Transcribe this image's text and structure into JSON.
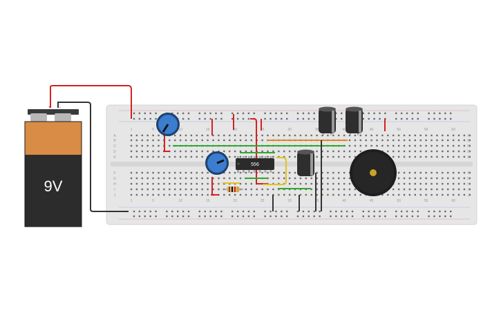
{
  "battery": {
    "label": "9V",
    "terminal_positive": "+",
    "terminal_negative": "-"
  },
  "chip": {
    "label": "556"
  },
  "breadboard": {
    "column_numbers": [
      "1",
      "5",
      "10",
      "15",
      "20",
      "25",
      "30",
      "35",
      "40",
      "45",
      "50",
      "55",
      "60"
    ],
    "row_letters_top": [
      "A",
      "B",
      "C",
      "D",
      "E"
    ],
    "row_letters_bottom": [
      "F",
      "G",
      "H",
      "I",
      "J"
    ]
  },
  "colors": {
    "wire_red": "#d32020",
    "wire_black": "#333333",
    "wire_green": "#2fa82f",
    "wire_yellow": "#e3c21a",
    "wire_orange": "#e08a1e",
    "board": "#e6e6e6",
    "potentiometer": "#3b7ed0",
    "battery_top": "#d98c45",
    "battery_body": "#2c2c2c"
  },
  "icons": {
    "potentiometer": "potentiometer-icon",
    "capacitor": "electrolytic-capacitor-icon",
    "buzzer": "piezo-buzzer-icon",
    "resistor": "resistor-icon",
    "battery": "battery-icon"
  }
}
